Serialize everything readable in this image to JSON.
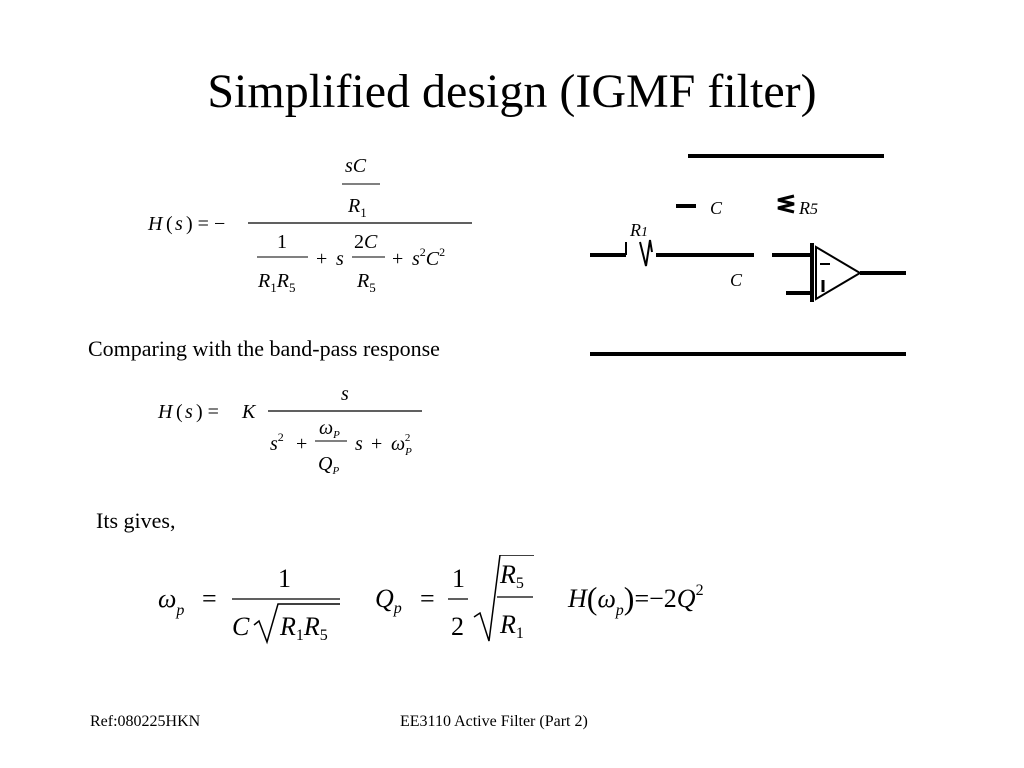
{
  "slide": {
    "title": "Simplified design (IGMF filter)",
    "comparing_text": "Comparing with the band-pass response",
    "gives_text": "Its gives,",
    "footer_left": "Ref:080225HKN",
    "footer_center": "EE3110 Active Filter (Part 2)"
  },
  "circuit": {
    "label_c_top": "C",
    "label_r5": "R5",
    "label_r1": "R1",
    "label_c_bottom": "C"
  },
  "equation_1": {
    "lhs": "H(s) = −",
    "num_num": "sC",
    "num_den": "R1",
    "den_term1_num": "1",
    "den_term1_den": "R1R5",
    "den_term2": "+ s",
    "den_term2_num": "2C",
    "den_term2_den": "R5",
    "den_term3": "+ s²C²"
  },
  "equation_2": {
    "lhs": "H(s) = K",
    "num": "s",
    "den_s2": "s²",
    "den_plus1": "+",
    "den_frac_num": "ωP",
    "den_frac_den": "QP",
    "den_s": "s",
    "den_plus2": "+",
    "den_wp2": "ωP²"
  },
  "results": {
    "omega_lhs": "ωp =",
    "omega_num": "1",
    "omega_den_c": "C",
    "omega_den_root": "R1R5",
    "q_lhs": "Qp =",
    "q_num": "1",
    "q_den": "2",
    "q_root_num": "R5",
    "q_root_den": "R1",
    "h_expr": "H(ωp) = −2Q²"
  }
}
